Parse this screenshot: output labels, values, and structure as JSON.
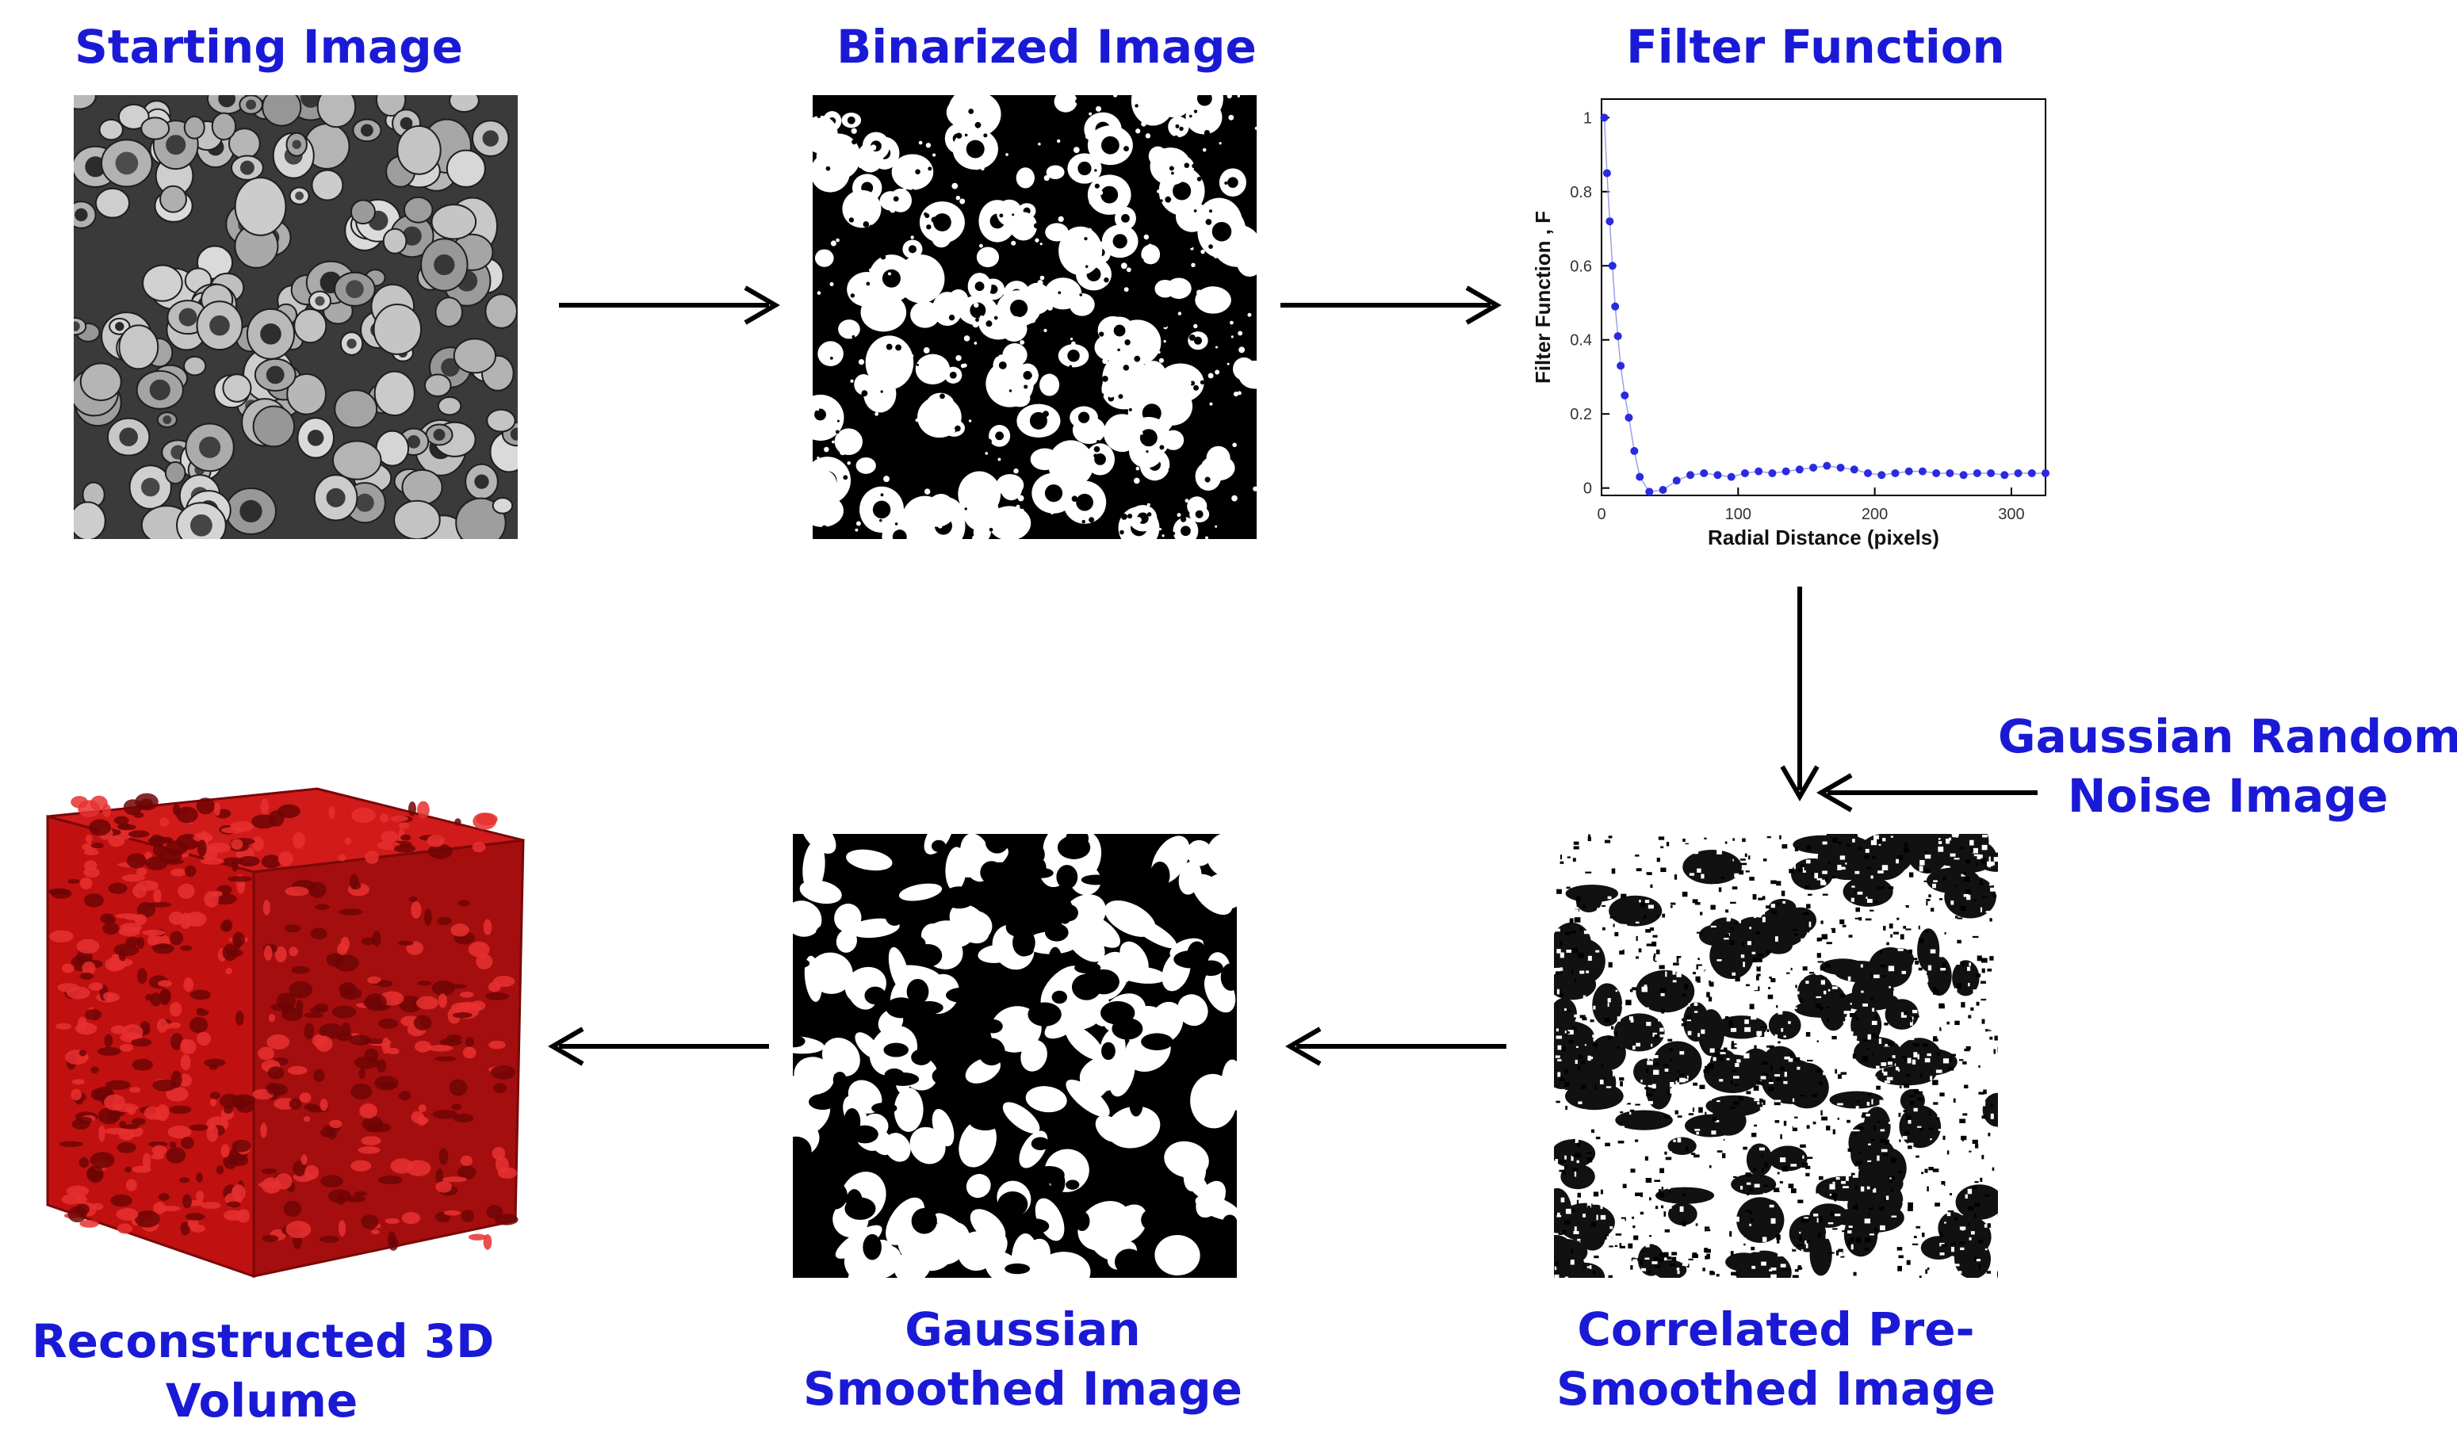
{
  "colors": {
    "label": "#1a1ad6",
    "arrow": "#000000",
    "volume": "#c01010",
    "volume_dark": "#6e0505",
    "marker": "#2a2ae0"
  },
  "labels": {
    "starting_image": "Starting Image",
    "binarized_image": "Binarized Image",
    "filter_function": "Filter Function",
    "gaussian_noise_line1": "Gaussian Random",
    "gaussian_noise_line2": "Noise Image",
    "correlated_line1": "Correlated Pre-",
    "correlated_line2": "Smoothed Image",
    "gaussian_smoothed_line1": "Gaussian",
    "gaussian_smoothed_line2": "Smoothed Image",
    "reconstructed_line1": "Reconstructed 3D",
    "reconstructed_line2": "Volume"
  },
  "chart_data": {
    "type": "scatter",
    "xlabel": "Radial Distance (pixels)",
    "ylabel": "Filter Function , F",
    "xlim": [
      0,
      325
    ],
    "ylim": [
      -0.02,
      1.05
    ],
    "xticks": [
      0,
      100,
      200,
      300
    ],
    "yticks": [
      0,
      0.2,
      0.4,
      0.6,
      0.8,
      1
    ],
    "ytick_labels": [
      "0",
      "0.2",
      "0.4",
      "0.6",
      "0.8",
      "1"
    ],
    "grid": false,
    "x": [
      2,
      4,
      6,
      8,
      10,
      12,
      14,
      17,
      20,
      24,
      28,
      35,
      45,
      55,
      65,
      75,
      85,
      95,
      105,
      115,
      125,
      135,
      145,
      155,
      165,
      175,
      185,
      195,
      205,
      215,
      225,
      235,
      245,
      255,
      265,
      275,
      285,
      295,
      305,
      315,
      325
    ],
    "y": [
      1.0,
      0.85,
      0.72,
      0.6,
      0.49,
      0.41,
      0.33,
      0.25,
      0.19,
      0.1,
      0.03,
      -0.01,
      -0.005,
      0.02,
      0.035,
      0.04,
      0.035,
      0.03,
      0.04,
      0.045,
      0.04,
      0.045,
      0.05,
      0.055,
      0.06,
      0.055,
      0.05,
      0.04,
      0.035,
      0.04,
      0.045,
      0.045,
      0.04,
      0.04,
      0.035,
      0.04,
      0.04,
      0.035,
      0.04,
      0.04,
      0.04
    ]
  }
}
